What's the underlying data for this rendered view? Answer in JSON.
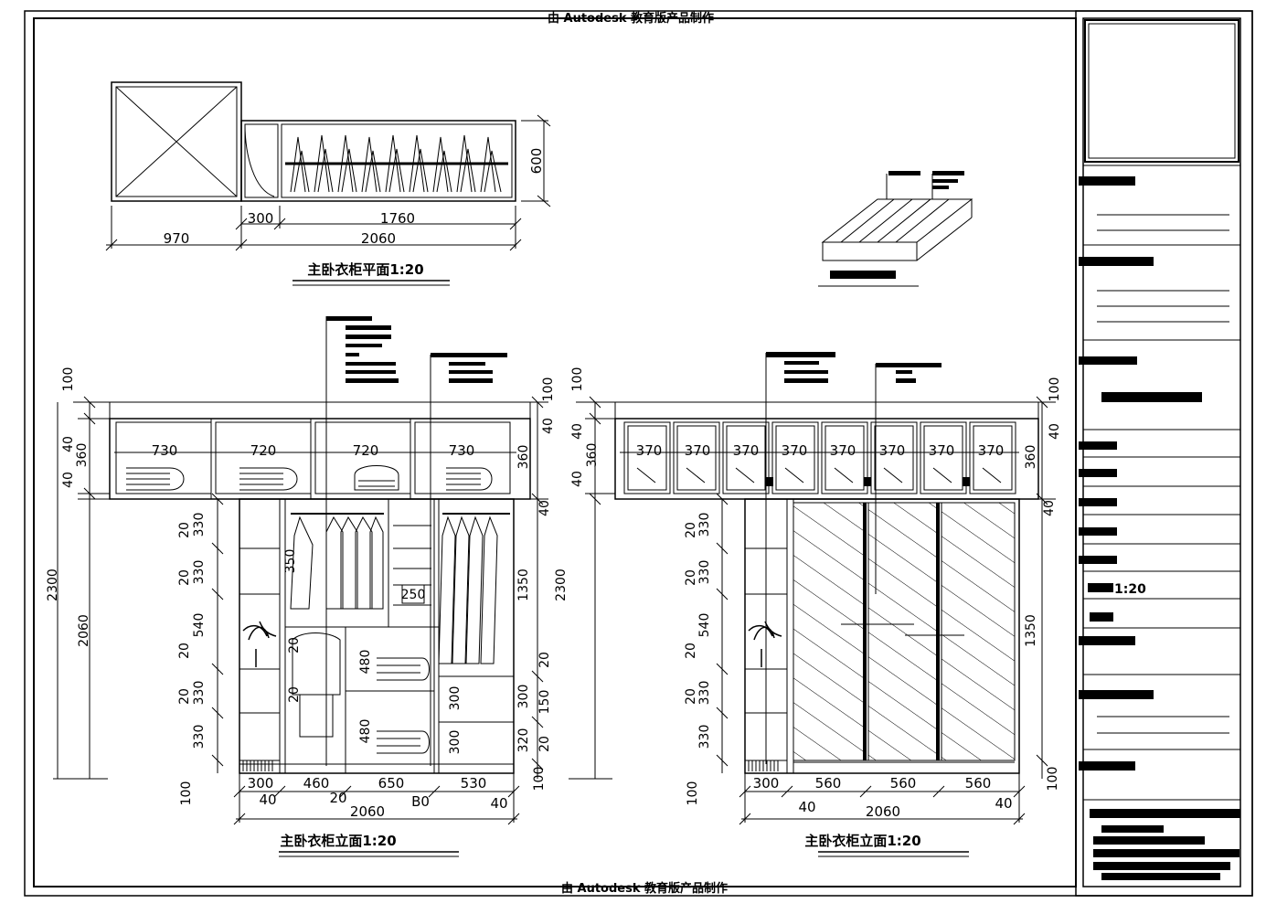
{
  "header": {
    "watermark_top": "由 Autodesk 教育版产品制作",
    "watermark_bottom": "由 Autodesk 教育版产品制作"
  },
  "plan": {
    "title": "主卧衣柜平面1:20",
    "dims": {
      "w970": "970",
      "w300": "300",
      "w1760": "1760",
      "w2060": "2060",
      "d600": "600"
    }
  },
  "elev_left": {
    "title": "主卧衣柜立面1:20",
    "top_widths": [
      "730",
      "720",
      "720",
      "730"
    ],
    "bottom_widths": [
      "300",
      "460",
      "650",
      "530"
    ],
    "total": "2060",
    "edge": "40",
    "mid_small": "20",
    "mid_b": "B0",
    "left_dims": [
      "100",
      "40",
      "360",
      "40",
      "2300",
      "2060"
    ],
    "inner_left": [
      "20",
      "330",
      "20",
      "330",
      "540",
      "20",
      "20",
      "330",
      "330",
      "100"
    ],
    "right_dims": [
      "100",
      "40",
      "360",
      "40",
      "1350",
      "20",
      "300",
      "150",
      "320",
      "20",
      "100"
    ],
    "inner_labels": [
      "350",
      "250",
      "480",
      "480",
      "300",
      "300",
      "20",
      "20"
    ]
  },
  "elev_right": {
    "title": "主卧衣柜立面1:20",
    "top_widths": [
      "370",
      "370",
      "370",
      "370",
      "370",
      "370",
      "370",
      "370"
    ],
    "bottom_widths": [
      "300",
      "560",
      "560",
      "560"
    ],
    "total": "2060",
    "edge": "40",
    "left_dims": [
      "100",
      "40",
      "360",
      "40",
      "2300"
    ],
    "inner_left": [
      "330",
      "330",
      "540",
      "330",
      "330",
      "100",
      "20",
      "20",
      "20",
      "20"
    ],
    "right_dims": [
      "100",
      "40",
      "360",
      "40",
      "1350",
      "100"
    ]
  },
  "title_block": {
    "scale_text": "1:20"
  }
}
